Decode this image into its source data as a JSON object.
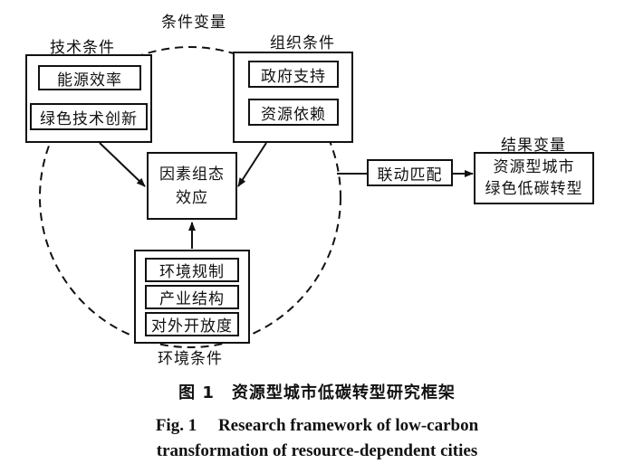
{
  "diagram": {
    "condition_variable": "条件变量",
    "technical": {
      "title": "技术条件",
      "items": [
        "能源效率",
        "绿色技术创新"
      ]
    },
    "organization": {
      "title": "组织条件",
      "items": [
        "政府支持",
        "资源依赖"
      ]
    },
    "environment": {
      "title": "环境条件",
      "items": [
        "环境规制",
        "产业结构",
        "对外开放度"
      ]
    },
    "center": [
      "因素组态",
      "效应"
    ],
    "link": "联动匹配",
    "result": {
      "title": "结果变量",
      "lines": [
        "资源型城市",
        "绿色低碳转型"
      ]
    }
  },
  "caption": {
    "cn": "图 1　资源型城市低碳转型研究框架",
    "en_line1": "Fig. 1　 Research framework of low-carbon",
    "en_line2": "transformation of resource-dependent cities"
  }
}
